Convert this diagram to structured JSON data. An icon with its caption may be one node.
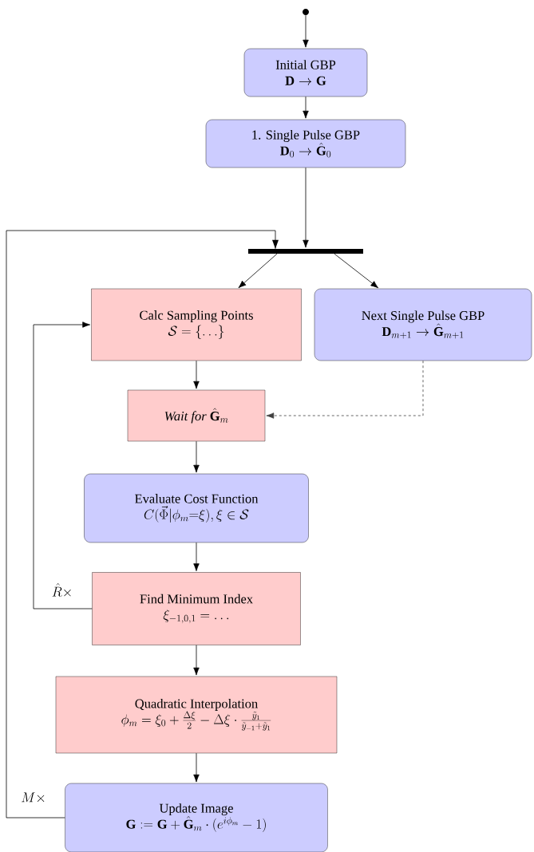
{
  "diagram": {
    "nodes": [
      {
        "text": [],
        "shape": "circle"
      },
      {
        "text": [
          "Initial GBP",
          "\\mathbf{D} \\rightarrow \\mathbf{G}"
        ]
      },
      {
        "text": [
          "1. Single Pulse GBP",
          "\\mathbf{D}_0 \\rightarrow \\hat{\\mathbf{G}}_0"
        ]
      },
      {
        "text": [],
        "shape": "bar"
      },
      {
        "text": [
          "Calc Sampling Points",
          "\\mathcal{S} = \\{\\dots\\}"
        ]
      },
      {
        "text": [
          "Next Single Pulse GBP",
          "\\mathbf{D}_{m+1} \\rightarrow \\hat{\\mathbf{G}}_{m+1}"
        ]
      },
      {
        "text": [
          "Wait for",
          "\\hat{\\mathbf{G}}_m"
        ]
      },
      {
        "text": [
          "Evaluate Cost Function",
          "C(\\vec{\\Phi}|\\phi_m{=}\\xi), \\xi \\in \\mathcal{S}"
        ]
      },
      {
        "text": [
          "Find Minimum Index",
          "\\xi_{-1,0,1} = \\dots"
        ]
      },
      {
        "text": [
          "Quadratic Interpolation",
          "\\phi_m = \\xi_0 + \\frac{\\Delta\\xi}{2} - \\Delta\\xi \\cdot \\frac{\\tilde{y}_1}{\\tilde{y}_{-1}+\\tilde{y}_1}"
        ]
      },
      {
        "text": [
          "Update Image",
          "\\mathbf{G} := \\mathbf{G} + \\hat{\\mathbf{G}}_m \\cdot (e^{i\\phi_m} - 1)"
        ]
      }
    ],
    "edges": [
      {
        "from": 0,
        "to": 1,
        "arrow": "to"
      },
      {
        "from": 1,
        "to": 2,
        "arrow": "to"
      },
      {
        "from": 2,
        "to": 3,
        "arrow": "to"
      },
      {
        "from": 3,
        "to": 4,
        "arrow": "to"
      },
      {
        "from": 3,
        "to": 5,
        "arrow": "to"
      },
      {
        "from": 4,
        "to": 6,
        "arrow": "to"
      },
      {
        "from": 5,
        "to": 6,
        "arrow": "to",
        "style": "dashed"
      },
      {
        "from": 6,
        "to": 7,
        "arrow": "to"
      },
      {
        "from": 7,
        "to": 8,
        "arrow": "to"
      },
      {
        "from": 8,
        "to": 4,
        "arrow": "to",
        "label": "\\hat{R}\\times"
      },
      {
        "from": 8,
        "to": 9,
        "arrow": "to"
      },
      {
        "from": 9,
        "to": 10,
        "arrow": "to"
      },
      {
        "from": 10,
        "to": 3,
        "arrow": "to",
        "label": "M\\times"
      }
    ]
  }
}
